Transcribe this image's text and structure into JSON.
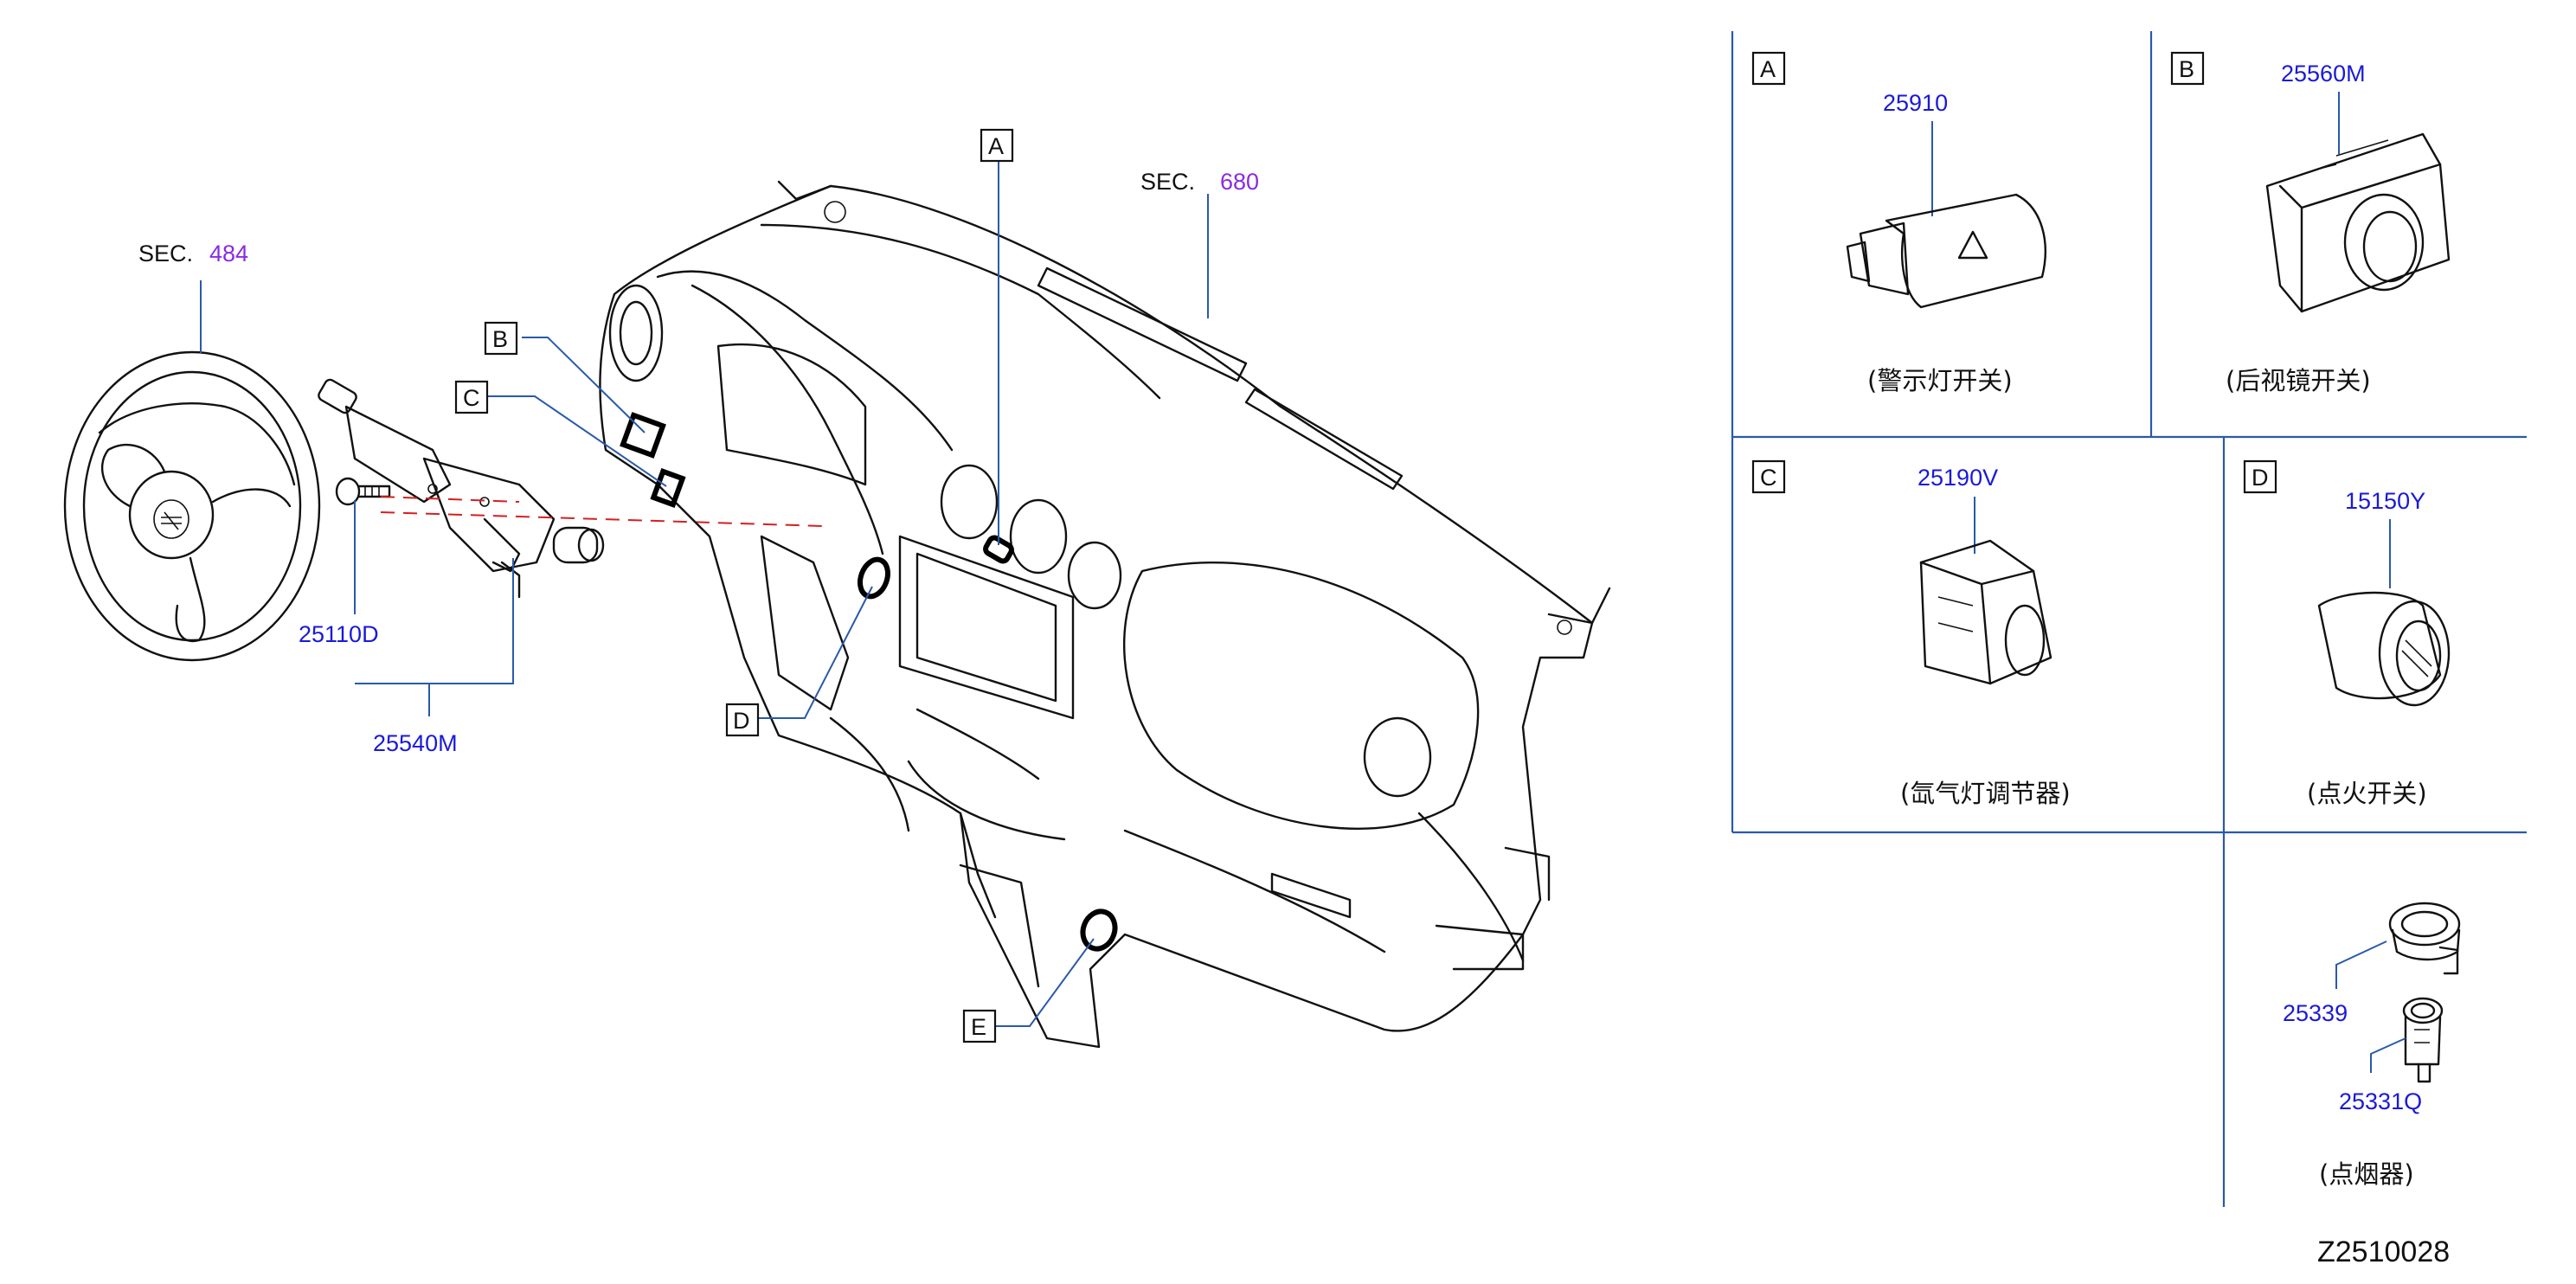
{
  "sections": {
    "sec484": {
      "prefix": "SEC.",
      "number": "484"
    },
    "sec680": {
      "prefix": "SEC.",
      "number": "680"
    }
  },
  "parts": {
    "p25110D": "25110D",
    "p25540M": "25540M",
    "p25910": "25910",
    "p25560M": "25560M",
    "p25190V": "25190V",
    "p15150Y": "15150Y",
    "p25339": "25339",
    "p25331Q": "25331Q"
  },
  "callouts": {
    "A": "A",
    "B": "B",
    "C": "C",
    "D": "D",
    "E": "E"
  },
  "panels": {
    "A": {
      "letter": "A",
      "caption": "(警示灯开关)"
    },
    "B": {
      "letter": "B",
      "caption": "(后视镜开关)"
    },
    "C": {
      "letter": "C",
      "caption": "(氙气灯调节器)"
    },
    "D": {
      "letter": "D",
      "caption": "(点火开关)"
    },
    "E": {
      "caption": "(点烟器)"
    }
  },
  "diagram_id": "Z2510028",
  "colors": {
    "part_number": "#1a1ad8",
    "section_number": "#8a2be2",
    "leader": "#2a5aa8",
    "grid": "#2a5aa8"
  }
}
